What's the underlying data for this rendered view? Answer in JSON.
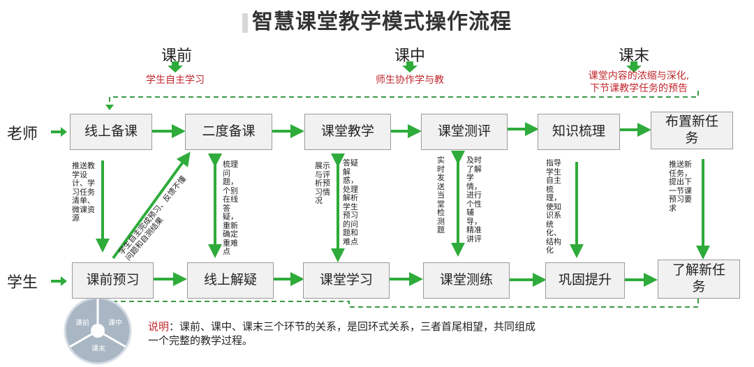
{
  "title": "智慧课堂教学模式操作流程",
  "phases": [
    {
      "label": "课前",
      "desc": "学生自主学习"
    },
    {
      "label": "课中",
      "desc": "师生协作学与教"
    },
    {
      "label": "课末",
      "desc_line1": "课堂内容的浓缩与深化,",
      "desc_line2": "下节课教学任务的预告"
    }
  ],
  "roles": {
    "teacher": "老师",
    "student": "学生"
  },
  "teacher_steps": [
    "线上备课",
    "二度备课",
    "课堂教学",
    "课堂测评",
    "知识梳理",
    "布置新任务"
  ],
  "student_steps": [
    "课前预习",
    "线上解疑",
    "课堂学习",
    "课堂测练",
    "巩固提升",
    "了解新任务"
  ],
  "links": {
    "l1": "推送教学设计、学习任务清单、微课资源",
    "l2": "学生自主完成预习、反馈不懂问题和自测结果",
    "l3": "梳理问题，个别在线答疑，重新确定重难点",
    "l4": "展示与评析预习情况",
    "l5": "答疑解惑，处理解析学生预习的问题和难点",
    "l6": "实时发送当堂检测题",
    "l7": "及时了解学情，进行个性辅导，精准讲评",
    "l8": "指导学生自主梳理，使知识系统化、结构化",
    "l9": "推送新任务，提出下一节课预习要求"
  },
  "cycle": [
    "课前",
    "课中",
    "课末"
  ],
  "note": {
    "label": "说明",
    "text_line1": "：课前、课中、课末三个环节的关系，是回环式关系，三者首尾相望，共同组成",
    "text_line2": "一个完整的教学过程。"
  },
  "colors": {
    "arrow": "#2eab3a",
    "dashed": "#3a9a44",
    "red": "#c0262c",
    "box_bg": "#f1f1f1",
    "cycle": "#a9b6c4"
  }
}
